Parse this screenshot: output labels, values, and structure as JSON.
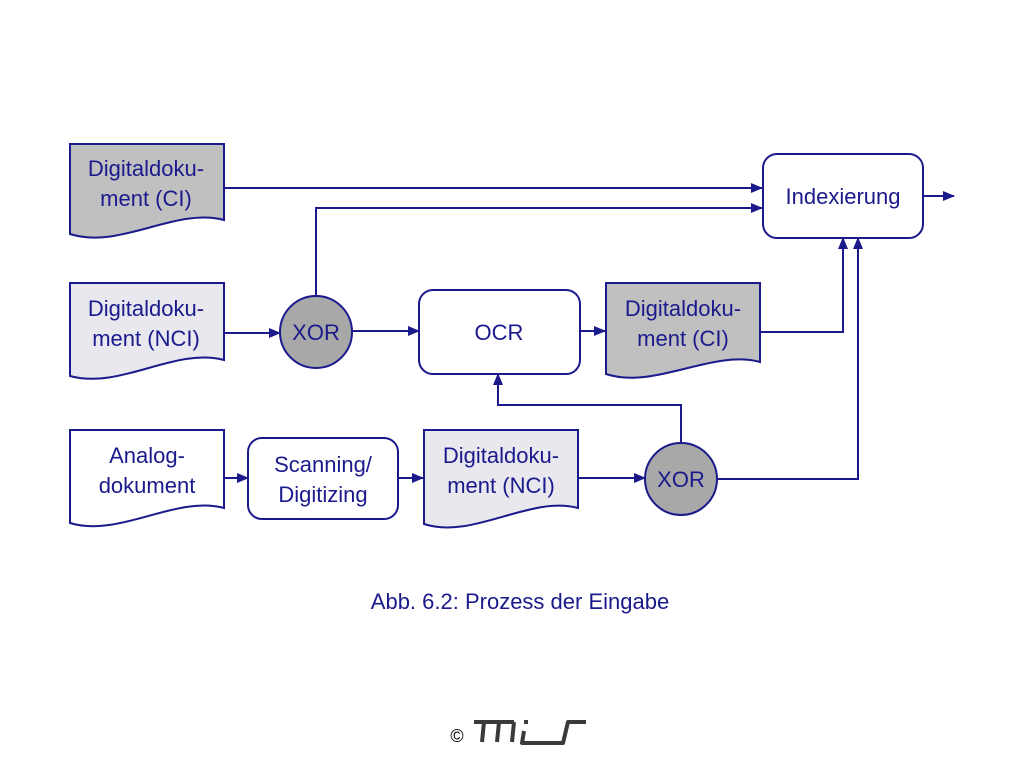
{
  "colors": {
    "stroke": "#1a1a8c",
    "text": "#1a1a8c",
    "doc_ci_fill": "#c0c0c0",
    "doc_nci_fill": "#e8e8ee",
    "xor_fill": "#a8a8a8",
    "white": "#ffffff",
    "logo": "#3a3a3a"
  },
  "diagram": {
    "nodes": {
      "doc_ci_top": [
        "Digitaldoku-",
        "ment (CI)"
      ],
      "doc_nci_mid": [
        "Digitaldoku-",
        "ment (NCI)"
      ],
      "xor_mid": "XOR",
      "ocr": "OCR",
      "doc_ci_mid": [
        "Digitaldoku-",
        "ment (CI)"
      ],
      "indexierung": "Indexierung",
      "analog": [
        "Analog-",
        "dokument"
      ],
      "scanning": [
        "Scanning/",
        "Digitizing"
      ],
      "doc_nci_bot": [
        "Digitaldoku-",
        "ment (NCI)"
      ],
      "xor_bot": "XOR"
    }
  },
  "caption": "Abb. 6.2: Prozess der Eingabe",
  "footer": {
    "copyright": "©",
    "logo_icon": "mis-logo-icon",
    "logo_text": "mis"
  }
}
